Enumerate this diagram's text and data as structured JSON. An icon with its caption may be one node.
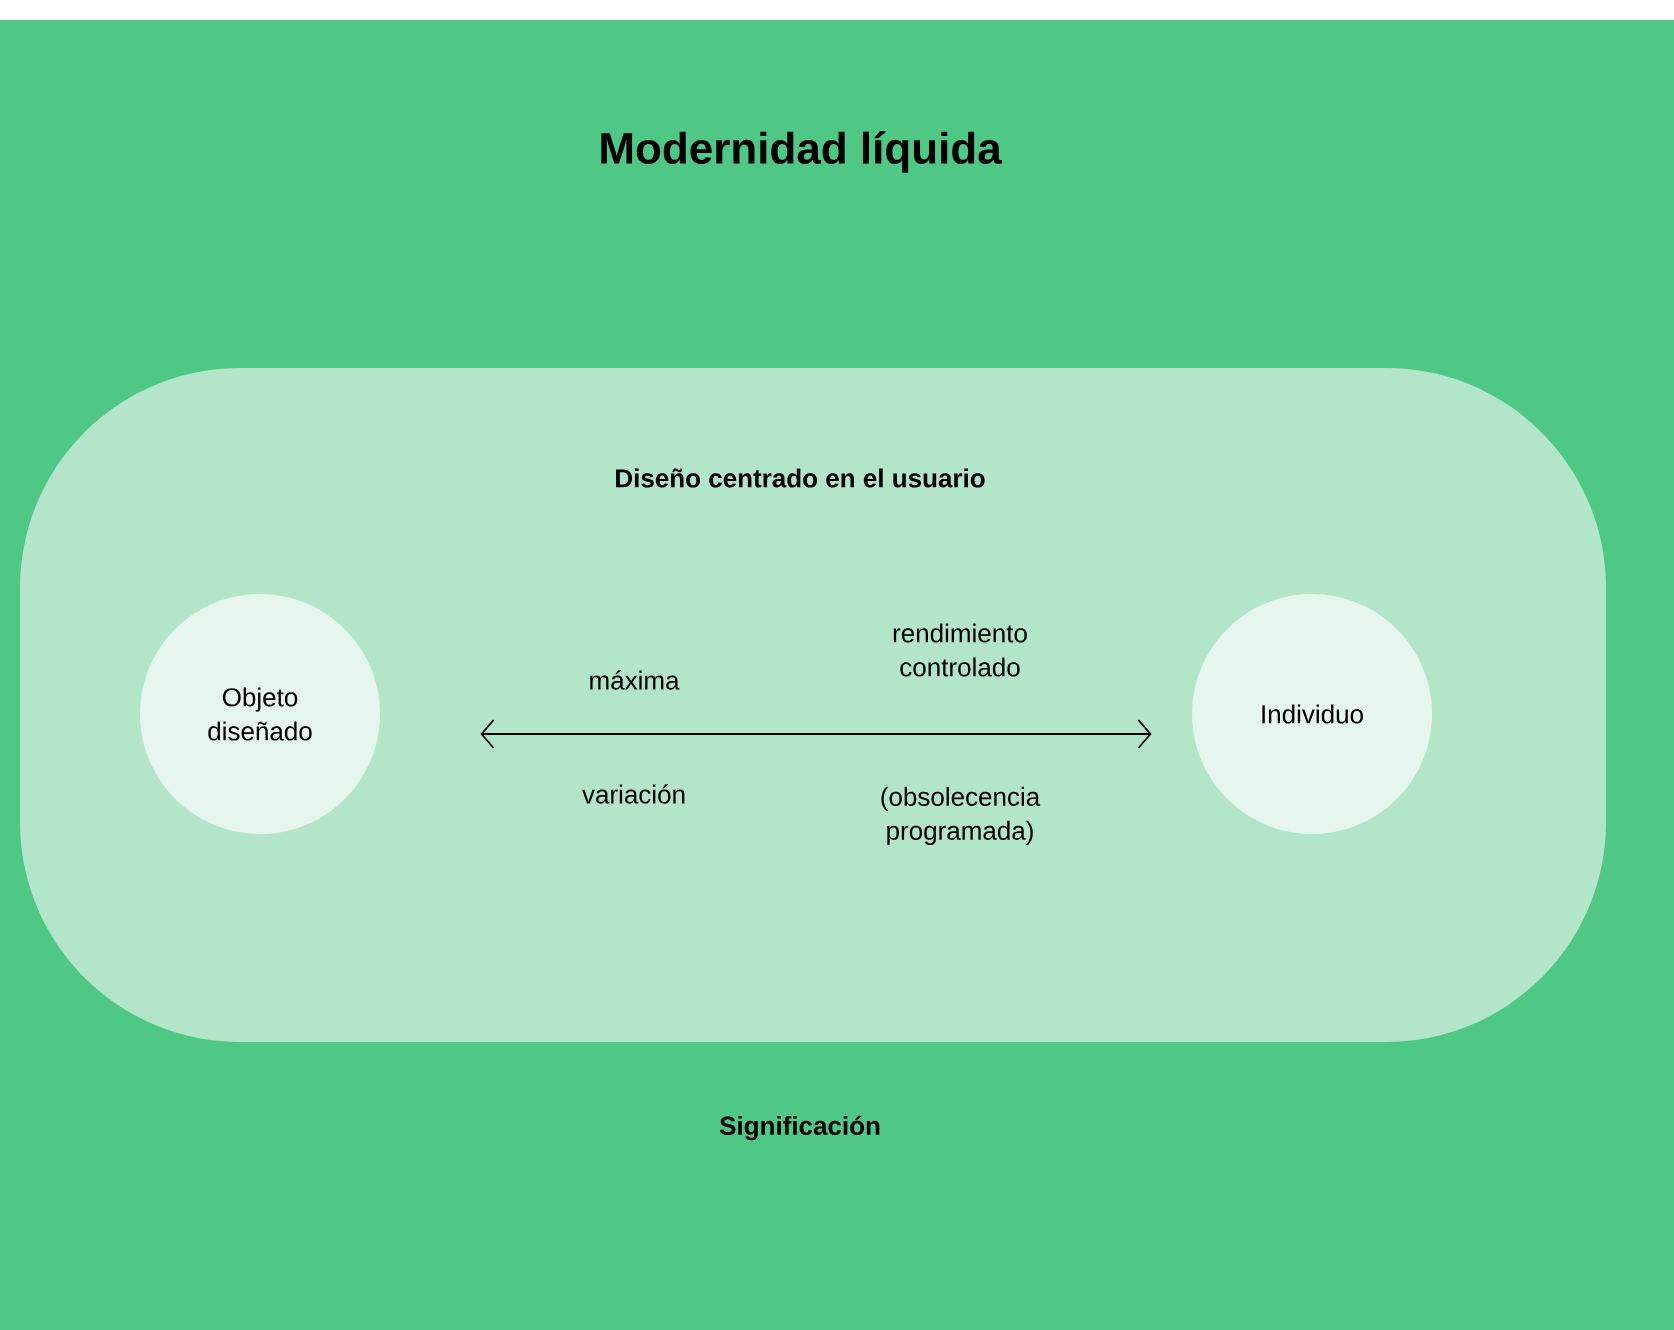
{
  "diagram": {
    "title": "Modernidad líquida",
    "nodes": [
      {
        "text": [
          "Significación"
        ]
      },
      {
        "text": [
          "Diseño centrado en el usuario"
        ],
        "in": 0
      },
      {
        "text": [
          "Objeto diseñado"
        ],
        "in": 1
      },
      {
        "text": [
          "Individuo"
        ],
        "in": 1
      }
    ],
    "edges": [
      {
        "from": 2,
        "to": 3,
        "arrow": "both"
      }
    ],
    "labels": [
      "rendimiento controlado",
      "máxima",
      "variación",
      "(obsolecencia programada)"
    ]
  }
}
